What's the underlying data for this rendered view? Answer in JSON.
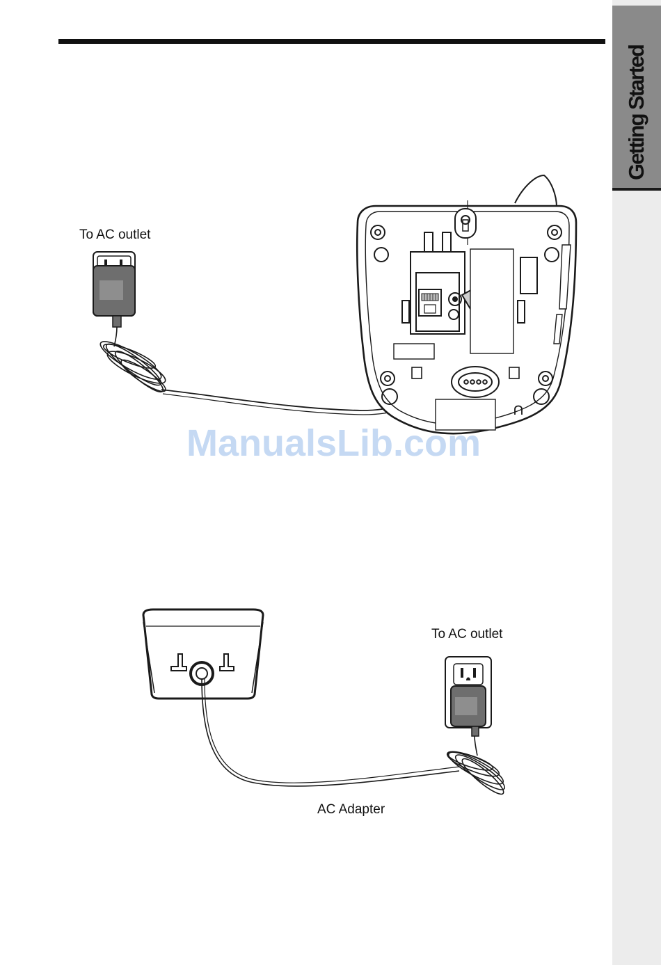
{
  "side_tab": {
    "label": "Getting Started"
  },
  "figure_top": {
    "ac_outlet_label": "To AC outlet"
  },
  "figure_bottom": {
    "ac_outlet_label": "To AC outlet",
    "adapter_label": "AC Adapter"
  },
  "watermark": "ManualsLib.com"
}
